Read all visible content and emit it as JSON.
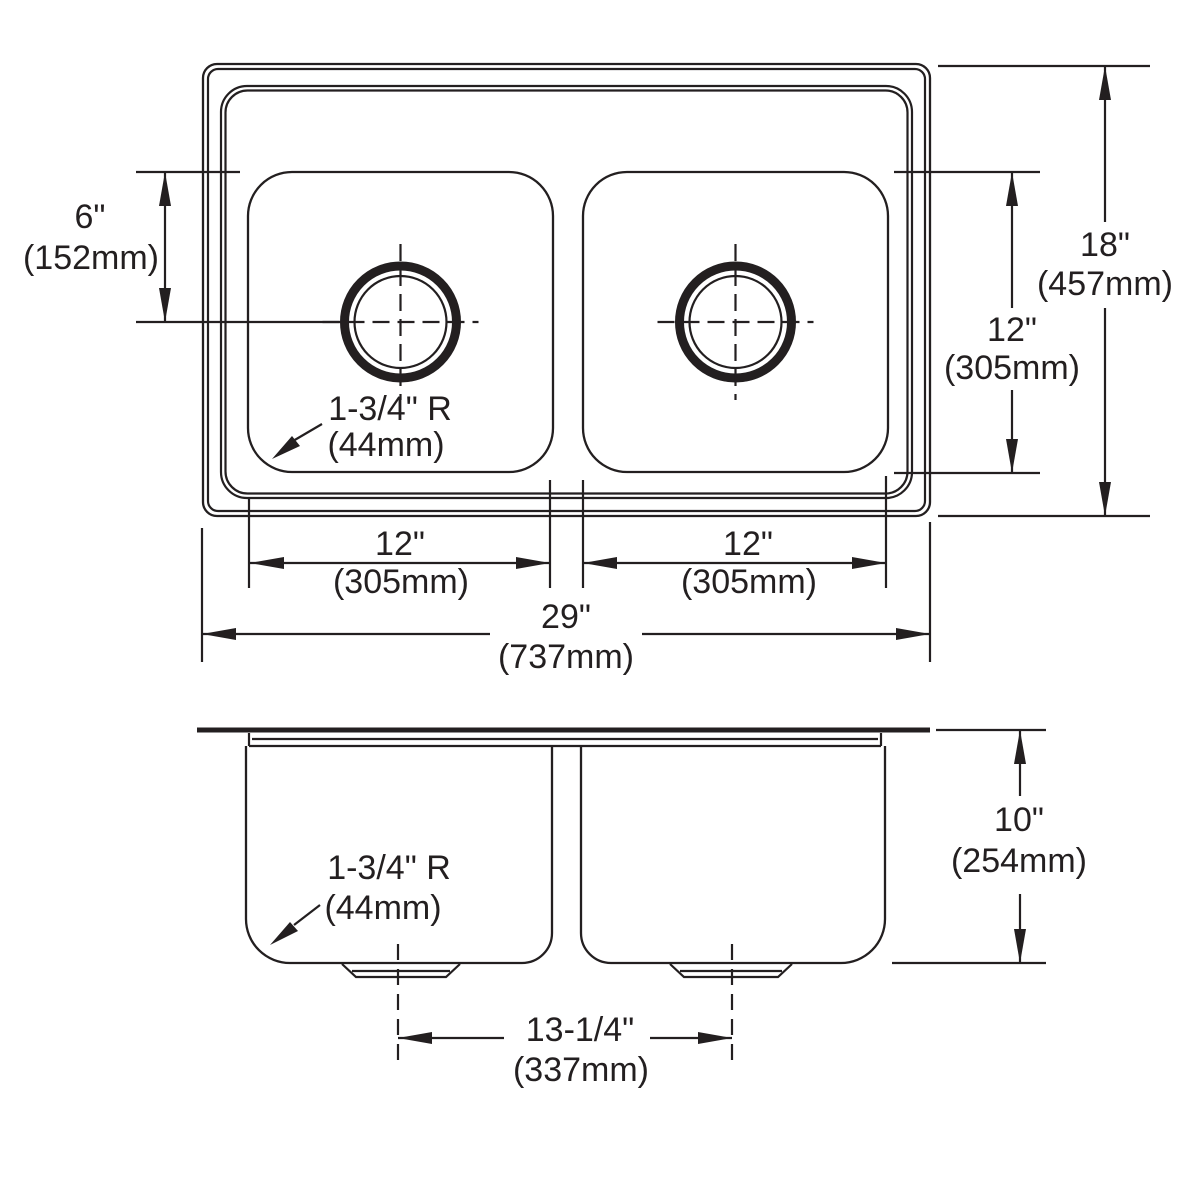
{
  "canvas": {
    "background": "#ffffff",
    "ink": "#231f20"
  },
  "drawing": {
    "type": "sink-dimension-diagram",
    "views": {
      "plan": "top plan view of double-bowl sink",
      "front": "front elevation of double-bowl sink"
    }
  },
  "dims": {
    "bowl_top_offset": {
      "in": "6\"",
      "mm": "(152mm)"
    },
    "plan_corner_radius": {
      "in": "1-3/4\" R",
      "mm": "(44mm)"
    },
    "overall_depth": {
      "in": "18\"",
      "mm": "(457mm)"
    },
    "bowl_length": {
      "in": "12\"",
      "mm": "(305mm)"
    },
    "left_bowl_width": {
      "in": "12\"",
      "mm": "(305mm)"
    },
    "right_bowl_width": {
      "in": "12\"",
      "mm": "(305mm)"
    },
    "overall_width": {
      "in": "29\"",
      "mm": "(737mm)"
    },
    "bowl_height": {
      "in": "10\"",
      "mm": "(254mm)"
    },
    "front_corner_radius": {
      "in": "1-3/4\" R",
      "mm": "(44mm)"
    },
    "drain_spacing": {
      "in": "13-1/4\"",
      "mm": "(337mm)"
    }
  }
}
